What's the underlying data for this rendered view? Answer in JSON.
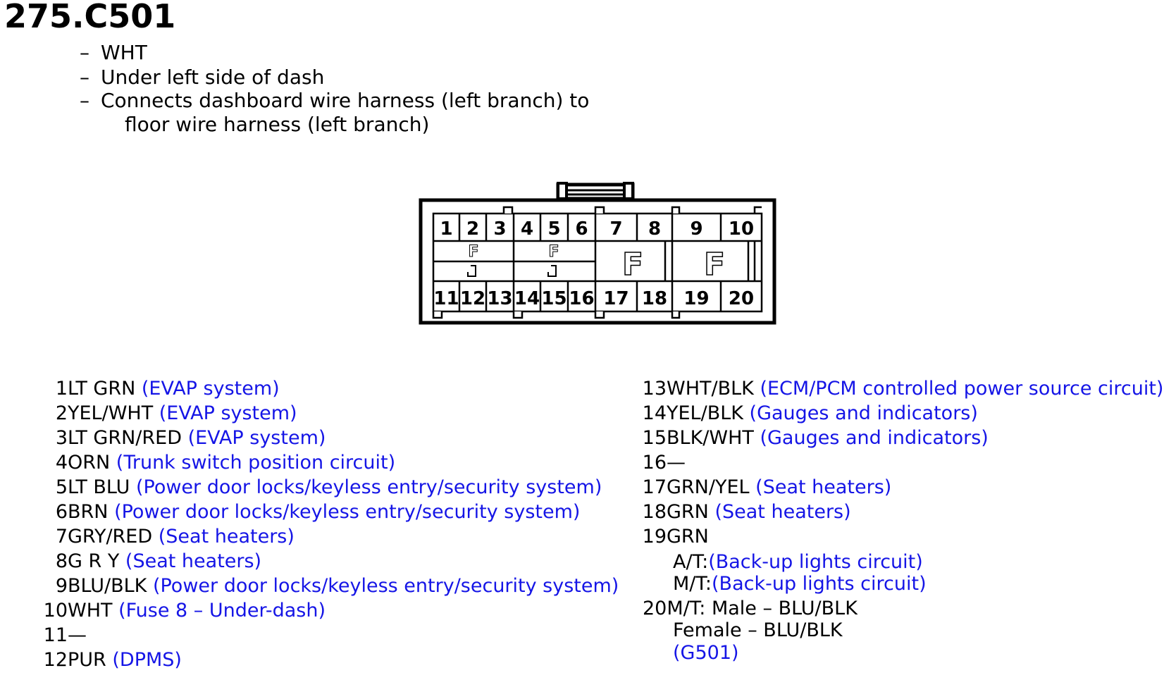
{
  "connector": {
    "title": "275.C501",
    "description": [
      "WHT",
      "Under left side of dash",
      "Connects dashboard wire harness (left branch) to",
      "floor wire harness (left branch)"
    ],
    "dash": "–",
    "top_pins": [
      "1",
      "2",
      "3",
      "4",
      "5",
      "6",
      "7",
      "8",
      "9",
      "10"
    ],
    "bottom_pins": [
      "11",
      "12",
      "13",
      "14",
      "15",
      "16",
      "17",
      "18",
      "19",
      "20"
    ],
    "lock_glyph": "F"
  },
  "pins_left": [
    {
      "num": "1",
      "color": "LT GRN",
      "circuit": "(EVAP system)"
    },
    {
      "num": "2",
      "color": "YEL/WHT",
      "circuit": "(EVAP system)"
    },
    {
      "num": "3",
      "color": "LT GRN/RED",
      "circuit": "(EVAP system)"
    },
    {
      "num": "4",
      "color": "ORN",
      "circuit": "(Trunk switch position circuit)"
    },
    {
      "num": "5",
      "color": "LT BLU",
      "circuit": "(Power door locks/keyless entry/security system)"
    },
    {
      "num": "6",
      "color": "BRN",
      "circuit": "(Power door locks/keyless entry/security system)"
    },
    {
      "num": "7",
      "color": "GRY/RED",
      "circuit": "(Seat heaters)"
    },
    {
      "num": "8",
      "color": "G R Y",
      "circuit": "(Seat heaters)"
    },
    {
      "num": "9",
      "color": "BLU/BLK",
      "circuit": "(Power door locks/keyless entry/security system)"
    },
    {
      "num": "10",
      "color": "WHT",
      "circuit": "(Fuse 8 – Under-dash)"
    },
    {
      "num": "11",
      "color": "—",
      "circuit": ""
    },
    {
      "num": "12",
      "color": "PUR",
      "circuit": "(DPMS)"
    }
  ],
  "pins_right": [
    {
      "num": "13",
      "color": "WHT/BLK",
      "circuit": "(ECM/PCM controlled power source circuit)"
    },
    {
      "num": "14",
      "color": "YEL/BLK",
      "circuit": "(Gauges and indicators)"
    },
    {
      "num": "15",
      "color": "BLK/WHT",
      "circuit": "(Gauges and indicators)"
    },
    {
      "num": "16",
      "color": "—",
      "circuit": ""
    },
    {
      "num": "17",
      "color": "GRN/YEL",
      "circuit": "(Seat heaters)"
    },
    {
      "num": "18",
      "color": "GRN",
      "circuit": "(Seat heaters)"
    },
    {
      "num": "19",
      "color": "GRN",
      "circuit": ""
    }
  ],
  "pin19_sub": [
    {
      "label": "A/T:",
      "circuit": "(Back-up lights circuit)"
    },
    {
      "label": "M/T:",
      "circuit": "(Back-up lights circuit)"
    }
  ],
  "pin20": {
    "num": "20",
    "line1": "M/T: Male – BLU/BLK",
    "line2": "Female – BLU/BLK",
    "link": "(G501)"
  },
  "colors": {
    "link": "#1515e6",
    "text": "#000000"
  }
}
